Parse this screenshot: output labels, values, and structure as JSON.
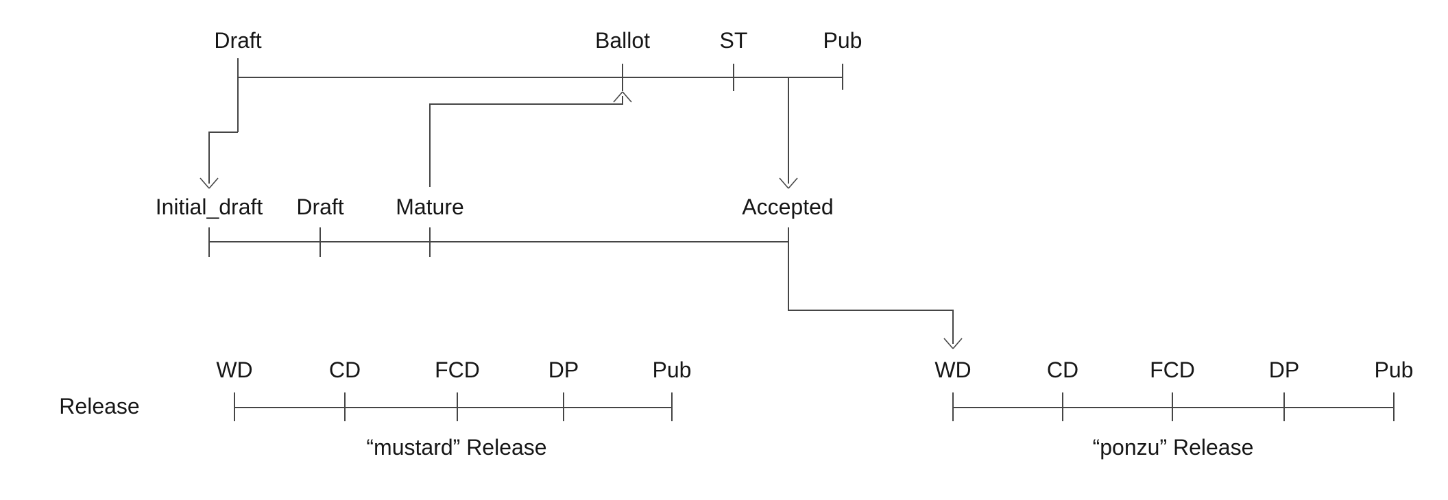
{
  "colors": {
    "background": "#ffffff",
    "line": "#454545",
    "text": "#161616"
  },
  "upper_timeline": {
    "milestones": [
      {
        "label": "Draft"
      },
      {
        "label": "Ballot"
      },
      {
        "label": "ST"
      },
      {
        "label": "Pub"
      }
    ]
  },
  "middle_timeline": {
    "milestones": [
      {
        "label": "Initial_draft"
      },
      {
        "label": "Draft"
      },
      {
        "label": "Mature"
      },
      {
        "label": "Accepted"
      }
    ]
  },
  "release_row": {
    "row_label": "Release",
    "releases": [
      {
        "caption": "“mustard” Release",
        "stages": [
          "WD",
          "CD",
          "FCD",
          "DP",
          "Pub"
        ]
      },
      {
        "caption": "“ponzu” Release",
        "stages": [
          "WD",
          "CD",
          "FCD",
          "DP",
          "Pub"
        ]
      }
    ]
  }
}
